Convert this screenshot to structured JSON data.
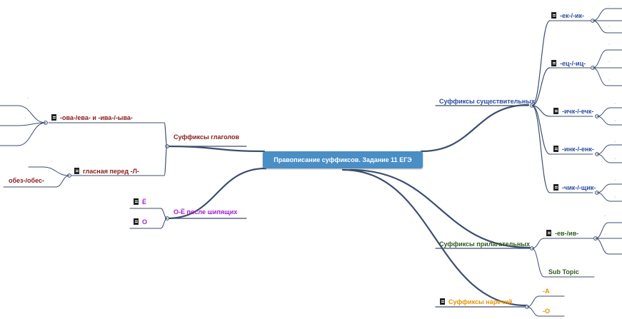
{
  "colors": {
    "root_bg": "#4a8ec6",
    "verbs": "#8b1a1a",
    "nouns": "#2a4a9e",
    "adjectives": "#2e5a1c",
    "adverbs": "#e69500",
    "o_yo": "#a020d0",
    "connector": "#3d4e6e"
  },
  "root": {
    "title": "Правописание суффиксов. Задание 11 ЕГЭ"
  },
  "verbs": {
    "title": "Суффиксы глаголов",
    "items": [
      {
        "label": "-ова-/ева- и -ива-/-ыва-"
      },
      {
        "label": "гласная перед -Л-"
      }
    ],
    "obez": "обез-/обес-"
  },
  "o_yo": {
    "title": "О-Ё после шипящих",
    "items": [
      {
        "label": "Ё"
      },
      {
        "label": "О"
      }
    ]
  },
  "nouns": {
    "title": "Суффиксы существительных",
    "items": [
      {
        "label": "-ек-/-ик-"
      },
      {
        "label": "-ец-/-иц-"
      },
      {
        "label": "-ичк-/-ечк-"
      },
      {
        "label": "-инк-/-енк-"
      },
      {
        "label": "-чик-/-щик-"
      }
    ]
  },
  "adjectives": {
    "title": "Суффиксы прилагательных",
    "items": [
      {
        "label": "-ев-/ив-"
      },
      {
        "label": "Sub Topic"
      }
    ]
  },
  "adverbs": {
    "title": "Суффиксы наречий",
    "items": [
      {
        "label": "-А"
      },
      {
        "label": "-О"
      }
    ]
  }
}
